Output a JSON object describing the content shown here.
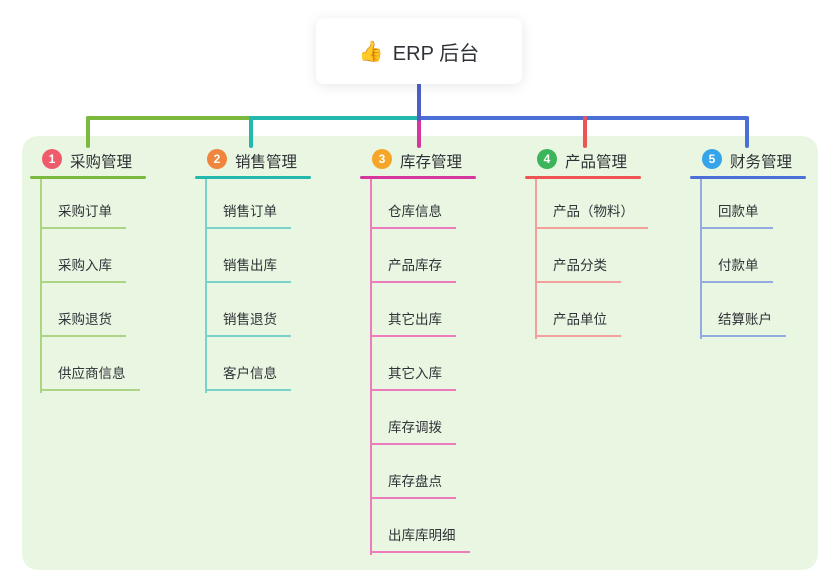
{
  "root": {
    "label": "ERP 后台",
    "icon": "thumbs-up-icon",
    "emoji": "👍",
    "line_color": "#4d5ec7"
  },
  "panel": {
    "background": "#e9f6e2"
  },
  "branches": [
    {
      "num": "1",
      "label": "采购管理",
      "badge_color": "#ee5c6c",
      "line_color": "#7cb93f",
      "child_line_color": "#abd584",
      "children": [
        "采购订单",
        "采购入库",
        "采购退货",
        "供应商信息"
      ]
    },
    {
      "num": "2",
      "label": "销售管理",
      "badge_color": "#f0853d",
      "line_color": "#23b8ae",
      "child_line_color": "#7cd1c8",
      "children": [
        "销售订单",
        "销售出库",
        "销售退货",
        "客户信息"
      ]
    },
    {
      "num": "3",
      "label": "库存管理",
      "badge_color": "#f5a629",
      "line_color": "#d6379e",
      "child_line_color": "#ee7cbd",
      "children": [
        "仓库信息",
        "产品库存",
        "其它出库",
        "其它入库",
        "库存调拨",
        "库存盘点",
        "出库库明细"
      ]
    },
    {
      "num": "4",
      "label": "产品管理",
      "badge_color": "#3cb45b",
      "line_color": "#ef5455",
      "child_line_color": "#f59e9e",
      "children": [
        "产品（物料）",
        "产品分类",
        "产品单位"
      ]
    },
    {
      "num": "5",
      "label": "财务管理",
      "badge_color": "#36a4e9",
      "line_color": "#4a6fd6",
      "child_line_color": "#93abdf",
      "children": [
        "回款单",
        "付款单",
        "结算账户"
      ]
    }
  ]
}
